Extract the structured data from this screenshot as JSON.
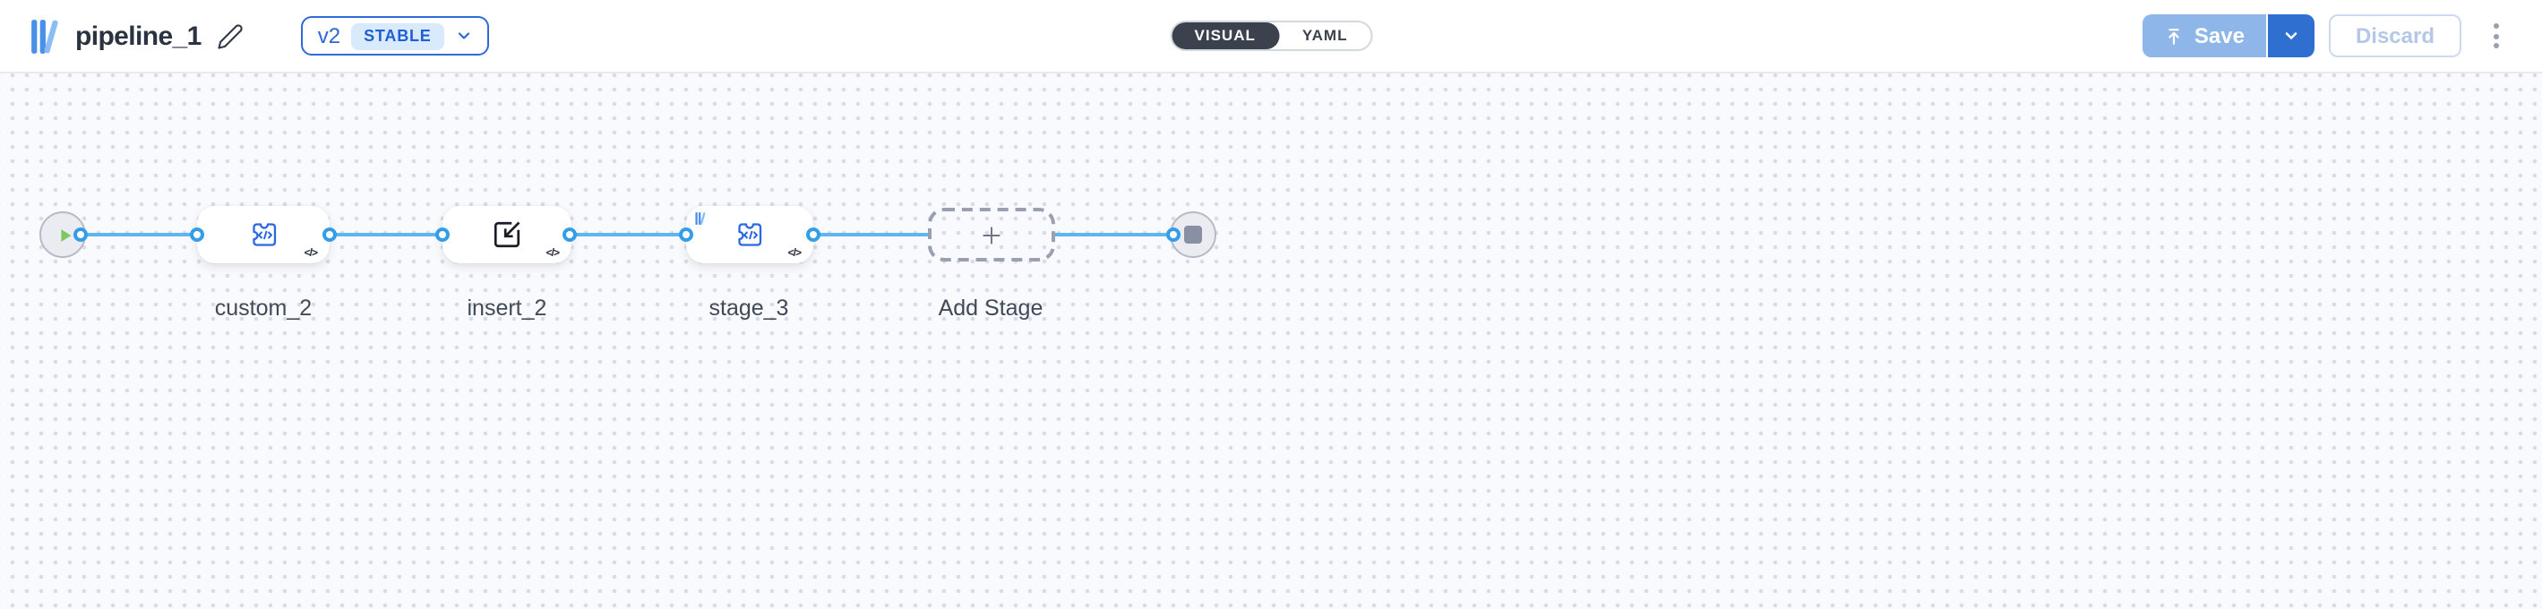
{
  "header": {
    "logo": "library-icon",
    "title": "pipeline_1",
    "edit": "pencil-icon",
    "version_selector": {
      "version": "v2",
      "badge": "STABLE"
    },
    "view_toggle": {
      "options": [
        "VISUAL",
        "YAML"
      ],
      "active": "VISUAL"
    },
    "save_button": {
      "label": "Save",
      "icon": "upload-icon",
      "enabled": false
    },
    "discard_button": {
      "label": "Discard",
      "enabled": false
    },
    "more_menu": "kebab-icon"
  },
  "canvas": {
    "code_glyph": "</>",
    "nodes": [
      {
        "id": "start",
        "kind": "start",
        "icon": "play-icon"
      },
      {
        "id": "custom_2",
        "kind": "stage",
        "label": "custom_2",
        "icon": "puzzle-code-icon"
      },
      {
        "id": "insert_2",
        "kind": "stage",
        "label": "insert_2",
        "icon": "import-icon"
      },
      {
        "id": "stage_3",
        "kind": "stage",
        "label": "stage_3",
        "icon": "puzzle-code-icon",
        "marker": "library-icon"
      },
      {
        "id": "add_stage",
        "kind": "placeholder",
        "label": "Add Stage",
        "icon": "plus-icon"
      },
      {
        "id": "end",
        "kind": "end",
        "icon": "stop-icon"
      }
    ]
  },
  "colors": {
    "accent": "#2e6fd0",
    "edge": "#5fb5ef",
    "port": "#339de8",
    "icon-blue": "#2b66e3",
    "save-disabled": "#8fb6e8",
    "badge-bg": "#d9eafc",
    "badge-text": "#1e5fd6",
    "toggle-dark": "#3b414d",
    "play-green": "#7cc75f",
    "stop-gray": "#8a90a4",
    "canvas-bg": "#f9fafd",
    "canvas-dot": "#d9dce5"
  }
}
